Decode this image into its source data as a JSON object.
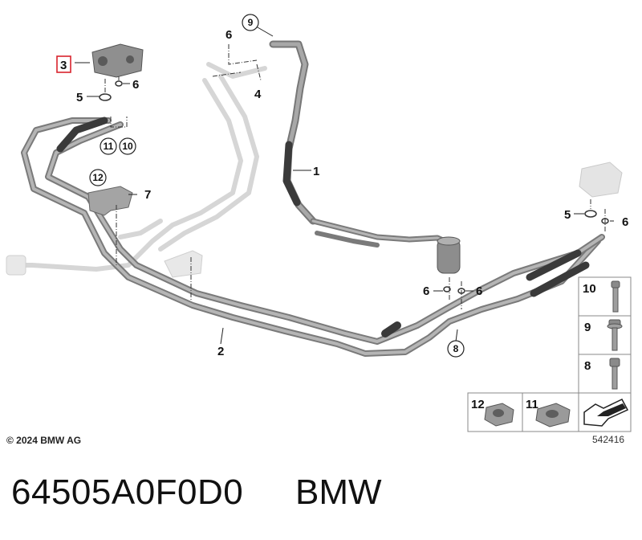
{
  "diagram": {
    "callouts": {
      "c1": "1",
      "c2": "2",
      "c3": "3",
      "c4": "4",
      "c5a": "5",
      "c5b": "5",
      "c6a": "6",
      "c6b": "6",
      "c6c": "6",
      "c6d": "6",
      "c6e": "6",
      "c7": "7"
    },
    "circled": {
      "c8": "8",
      "c9": "9",
      "c10": "10",
      "c11": "11",
      "c12": "12"
    },
    "legend": {
      "l10": "10",
      "l9": "9",
      "l8": "8",
      "l12": "12",
      "l11": "11"
    },
    "highlight_color": "#d9232d"
  },
  "footer": {
    "copyright": "© 2024 BMW AG",
    "drawing_number": "542416"
  },
  "caption": {
    "part_number": "64505A0F0D0",
    "brand": "BMW"
  }
}
